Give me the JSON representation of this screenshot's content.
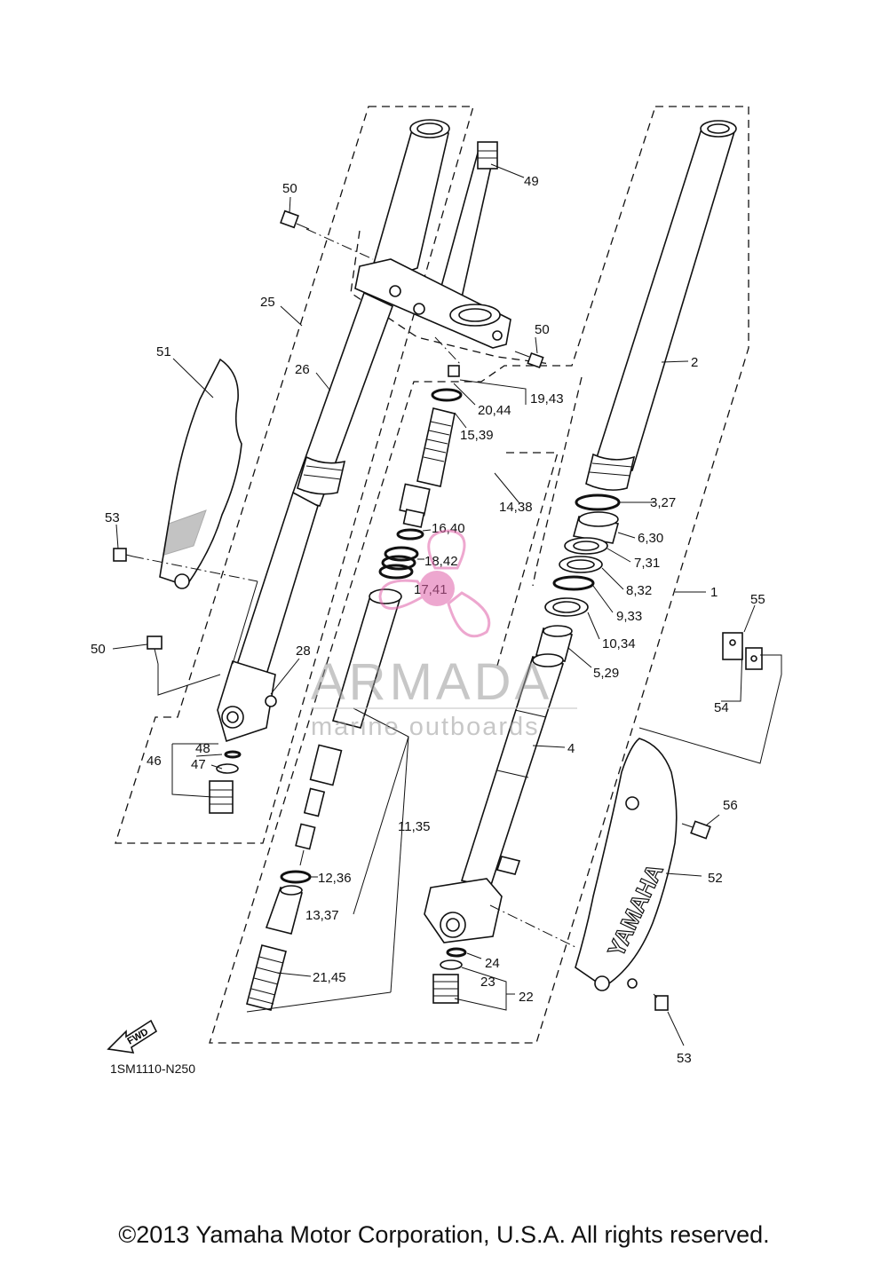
{
  "diagram": {
    "code": "1SM1110-N250",
    "fwd_badge": "FWD",
    "callouts": [
      {
        "id": "c1",
        "text": "1"
      },
      {
        "id": "c2",
        "text": "2"
      },
      {
        "id": "c3_27",
        "text": "3,27"
      },
      {
        "id": "c4",
        "text": "4"
      },
      {
        "id": "c5_29",
        "text": "5,29"
      },
      {
        "id": "c6_30",
        "text": "6,30"
      },
      {
        "id": "c7_31",
        "text": "7,31"
      },
      {
        "id": "c8_32",
        "text": "8,32"
      },
      {
        "id": "c9_33",
        "text": "9,33"
      },
      {
        "id": "c10_34",
        "text": "10,34"
      },
      {
        "id": "c11_35",
        "text": "11,35"
      },
      {
        "id": "c12_36",
        "text": "12,36"
      },
      {
        "id": "c13_37",
        "text": "13,37"
      },
      {
        "id": "c14_38",
        "text": "14,38"
      },
      {
        "id": "c15_39",
        "text": "15,39"
      },
      {
        "id": "c16_40",
        "text": "16,40"
      },
      {
        "id": "c17_41",
        "text": "17,41"
      },
      {
        "id": "c18_42",
        "text": "18,42"
      },
      {
        "id": "c19_43",
        "text": "19,43"
      },
      {
        "id": "c20_44",
        "text": "20,44"
      },
      {
        "id": "c21_45",
        "text": "21,45"
      },
      {
        "id": "c22",
        "text": "22"
      },
      {
        "id": "c23",
        "text": "23"
      },
      {
        "id": "c24",
        "text": "24"
      },
      {
        "id": "c25",
        "text": "25"
      },
      {
        "id": "c26",
        "text": "26"
      },
      {
        "id": "c28",
        "text": "28"
      },
      {
        "id": "c46",
        "text": "46"
      },
      {
        "id": "c47",
        "text": "47"
      },
      {
        "id": "c48",
        "text": "48"
      },
      {
        "id": "c49",
        "text": "49"
      },
      {
        "id": "c50a",
        "text": "50"
      },
      {
        "id": "c50b",
        "text": "50"
      },
      {
        "id": "c50c",
        "text": "50"
      },
      {
        "id": "c51",
        "text": "51"
      },
      {
        "id": "c52",
        "text": "52"
      },
      {
        "id": "c53a",
        "text": "53"
      },
      {
        "id": "c53b",
        "text": "53"
      },
      {
        "id": "c54",
        "text": "54"
      },
      {
        "id": "c55",
        "text": "55"
      },
      {
        "id": "c56",
        "text": "56"
      }
    ]
  },
  "guard_lettering": "YAMAHA",
  "watermark": {
    "brand": "ARMADA",
    "tagline": "marine outboards",
    "accent_color": "#e060a8"
  },
  "copyright": "©2013 Yamaha Motor Corporation, U.S.A. All rights reserved."
}
